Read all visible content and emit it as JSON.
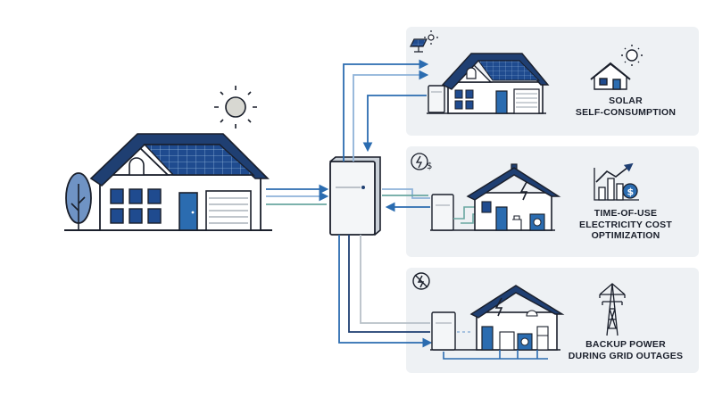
{
  "panels": [
    {
      "id": "solar",
      "caption_lines": [
        "SOLAR",
        "SELF-CONSUMPTION"
      ],
      "badge_icon": "solar-panel-sun-icon",
      "feature_icon": "house-sun-icon"
    },
    {
      "id": "tou",
      "caption_lines": [
        "TIME-OF-USE",
        "ELECTRICITY COST",
        "OPTIMIZATION"
      ],
      "badge_icon": "lightning-dollar-icon",
      "feature_icon": "bar-chart-dollar-icon"
    },
    {
      "id": "backup",
      "caption_lines": [
        "BACKUP POWER",
        "DURING GRID OUTAGES"
      ],
      "badge_icon": "no-grid-power-icon",
      "feature_icon": "transmission-tower-icon"
    }
  ],
  "colors": {
    "navy": "#1f3f72",
    "blue": "#2b6cb0",
    "light_blue": "#8fb3d9",
    "teal": "#6aa7a1",
    "panel_bg": "#eef1f4",
    "outline": "#1a1f2b",
    "wall": "#ffffff",
    "tree": "#6f93c4",
    "sun": "#d8d8d2"
  }
}
